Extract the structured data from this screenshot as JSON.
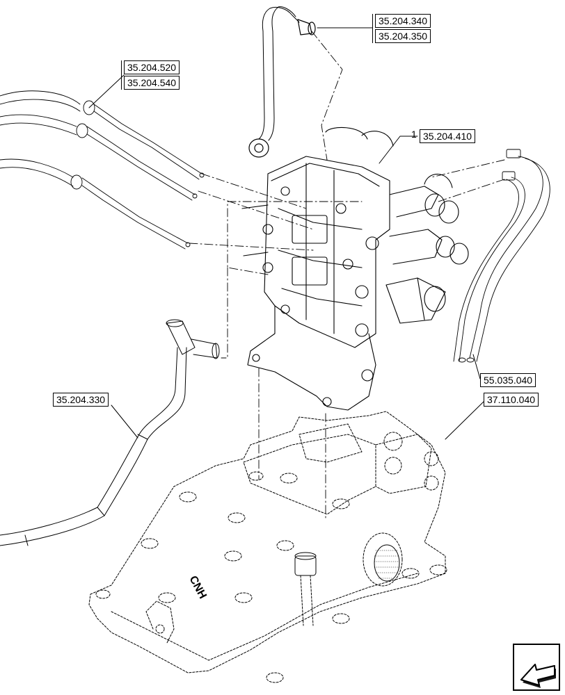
{
  "refs": {
    "pipe_top": [
      "35.204.340",
      "35.204.350"
    ],
    "cables": [
      "35.204.520",
      "35.204.540"
    ],
    "valve": "35.204.410",
    "valve_item": "1",
    "pipe_left": "35.204.330",
    "harness": "55.035.040",
    "housing": "37.110.040"
  },
  "housing_logo": "CNH",
  "nav": {
    "icon": "back-arrow-icon"
  }
}
